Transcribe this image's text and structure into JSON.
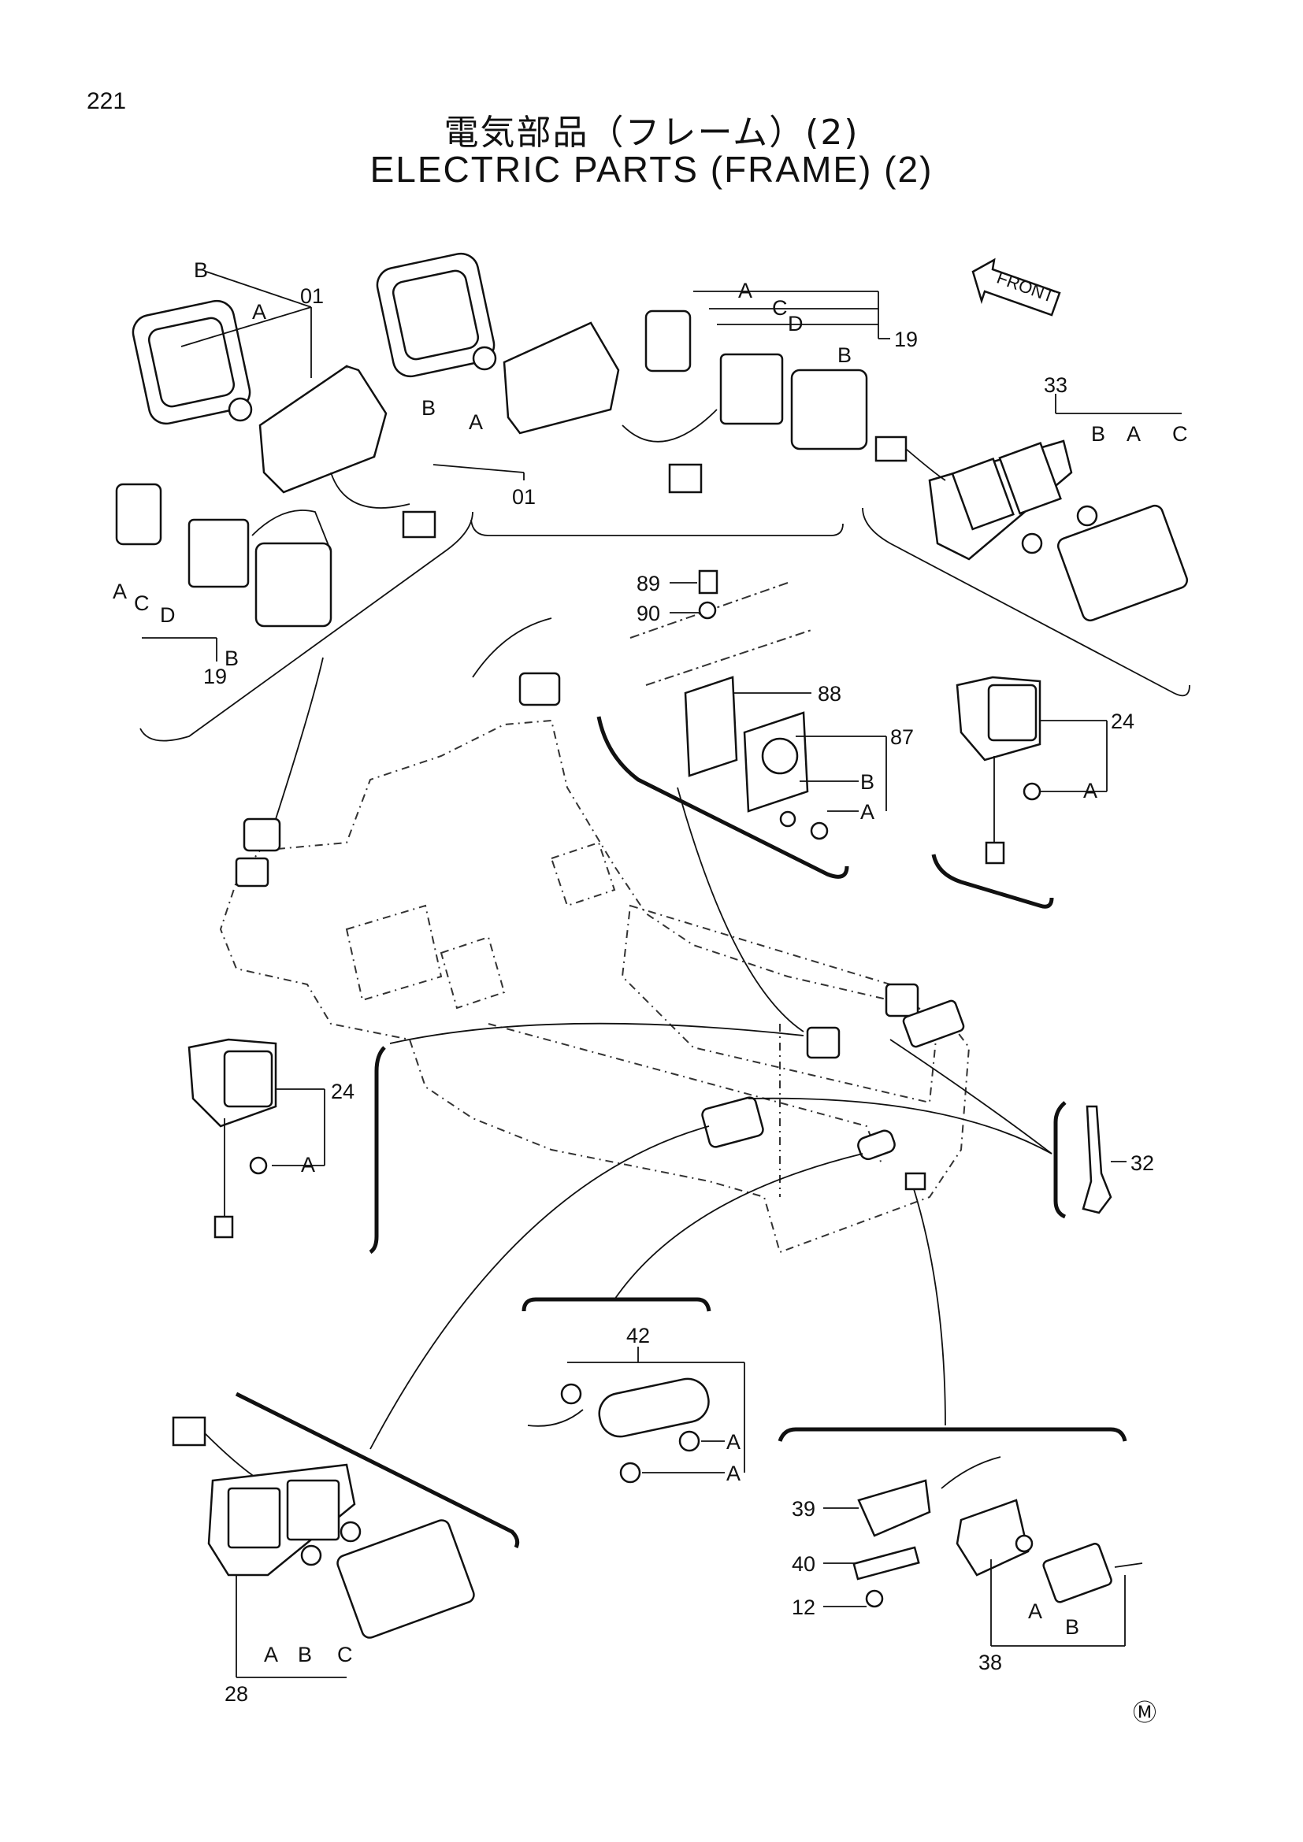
{
  "page_number": "221",
  "title_jp": "電気部品（フレーム）(2)",
  "title_en": "ELECTRIC PARTS (FRAME) (2)",
  "front_arrow": "FRONT",
  "callouts": {
    "c01a": "01",
    "c01b": "01",
    "c19a": "19",
    "c19b": "19",
    "c33": "33",
    "c89": "89",
    "c90": "90",
    "c88": "88",
    "c87": "87",
    "c24a": "24",
    "c24b": "24",
    "c32": "32",
    "c42": "42",
    "c39": "39",
    "c40": "40",
    "c12": "12",
    "c38": "38",
    "c28": "28"
  },
  "letters": {
    "l1": "B",
    "l2": "A",
    "l3": "B",
    "l4": "A",
    "l5": "A",
    "l6": "C",
    "l7": "D",
    "l8": "B",
    "l9": "A",
    "l10": "C",
    "l11": "D",
    "l12": "B",
    "l13": "B",
    "l14": "A",
    "l15": "C",
    "l16": "B",
    "l17": "A",
    "l18": "A",
    "l19": "A",
    "l20": "A",
    "l21": "A",
    "l22": "A",
    "l23": "B",
    "l24": "A",
    "l25": "B",
    "l26": "C"
  },
  "maker_mark": "Ⓜ"
}
